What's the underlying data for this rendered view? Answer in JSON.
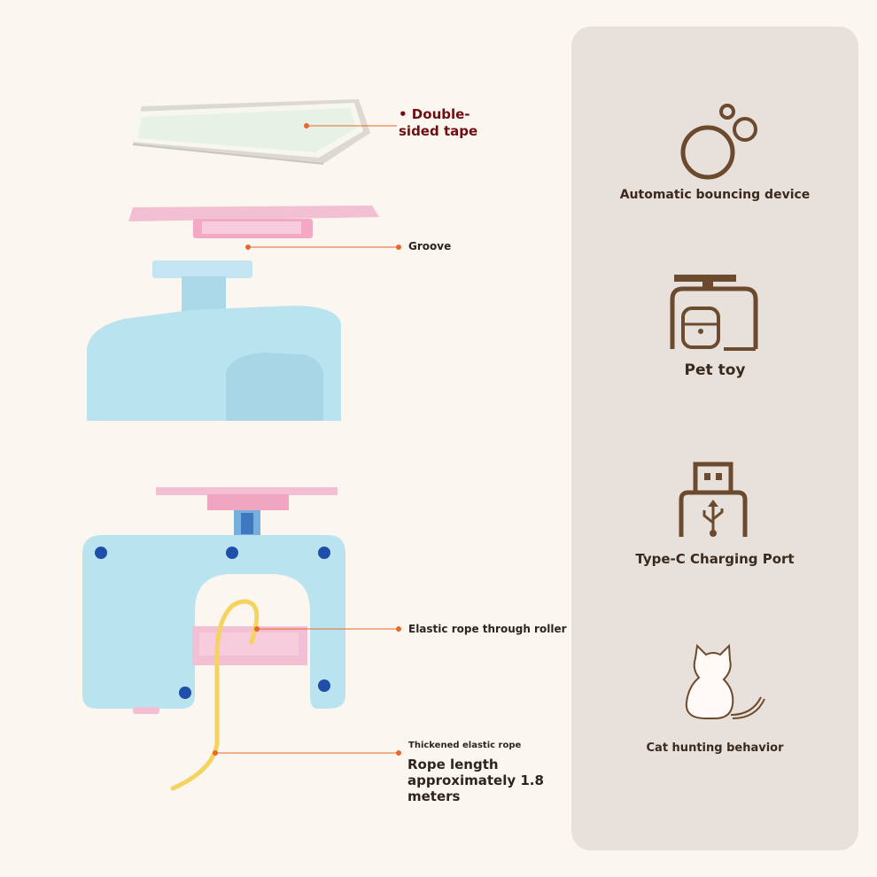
{
  "callouts": {
    "tape": "• Double-sided tape",
    "groove": "Groove",
    "roller": "Elastic rope through roller",
    "rope_title": "Thickened elastic rope",
    "rope_length": "Rope length approximately 1.8 meters"
  },
  "features": [
    {
      "icon": "bubbles-icon",
      "label": "Automatic bouncing device"
    },
    {
      "icon": "pet-house-icon",
      "label": "Pet toy"
    },
    {
      "icon": "usb-icon",
      "label": "Type-C Charging Port"
    },
    {
      "icon": "cat-icon",
      "label": "Cat hunting behavior"
    }
  ],
  "colors": {
    "background": "#fcf6f1",
    "panel": "#e8e0da",
    "icon": "#6b4a2e",
    "leader": "#e8682a",
    "body_blue": "#b9e4ef",
    "plate_pink": "#f3bfd2",
    "rope_yellow": "#f4d35e"
  }
}
